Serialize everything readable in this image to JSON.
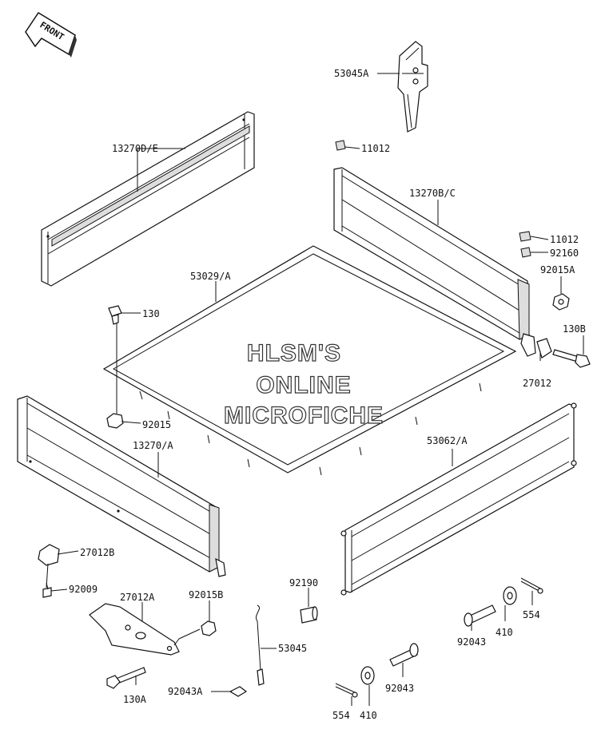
{
  "front_badge": "FRONT",
  "watermark": {
    "line1": "HLSM'S",
    "line2": "ONLINE",
    "line3": "MICROFICHE"
  },
  "labels": {
    "p53045A": "53045A",
    "p11012a": "11012",
    "p13270DE": "13270D/E",
    "p13270BC": "13270B/C",
    "p11012b": "11012",
    "p92160": "92160",
    "p92015A": "92015A",
    "p53029A": "53029/A",
    "p130": "130",
    "p130B": "130B",
    "p27012": "27012",
    "p92015": "92015",
    "p13270A": "13270/A",
    "p53062A": "53062/A",
    "p27012B": "27012B",
    "p92009": "92009",
    "p27012A": "27012A",
    "p92015B": "92015B",
    "p92190": "92190",
    "p554a": "554",
    "p410a": "410",
    "p92043a": "92043",
    "p53045": "53045",
    "p130A": "130A",
    "p92043A": "92043A",
    "p92043b": "92043",
    "p554b": "554",
    "p410b": "410"
  }
}
